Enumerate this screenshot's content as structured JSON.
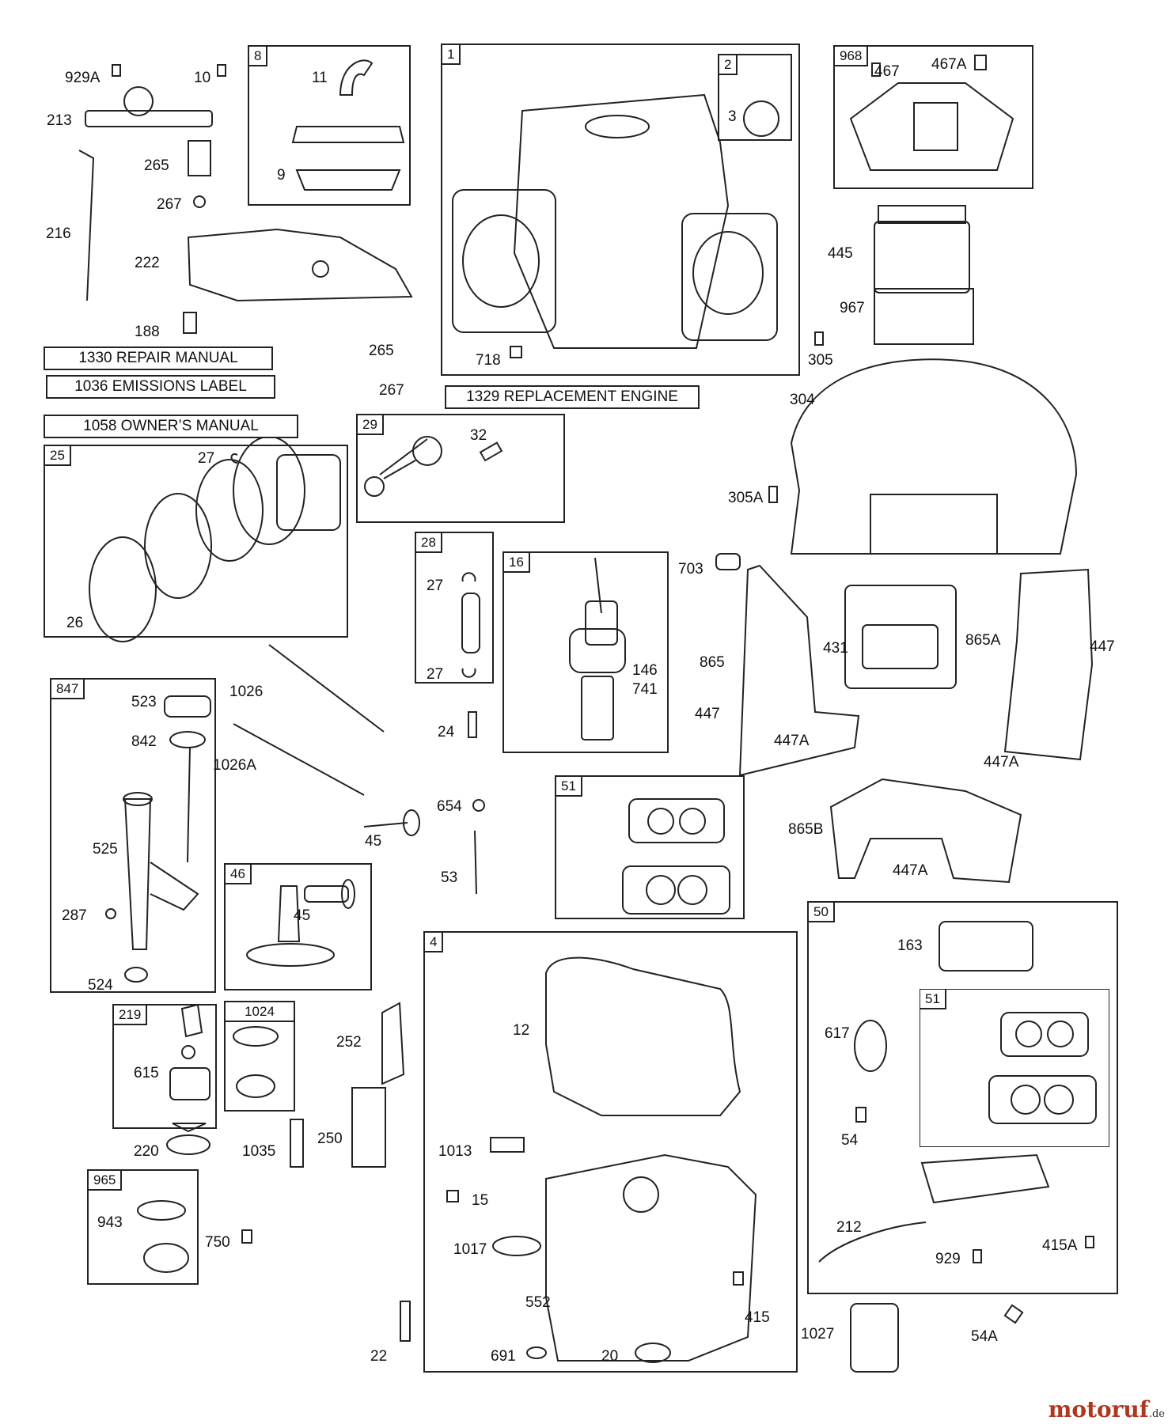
{
  "boxes": {
    "b8": "8",
    "b1": "1",
    "b2": "2",
    "b968": "968",
    "b25": "25",
    "b29": "29",
    "b28": "28",
    "b16": "16",
    "b847": "847",
    "b46": "46",
    "b51a": "51",
    "b4": "4",
    "b50": "50",
    "b51b": "51",
    "b219": "219",
    "b1024": "1024",
    "b965": "965"
  },
  "notes": {
    "repair": "1330 REPAIR MANUAL",
    "emissions": "1036 EMISSIONS LABEL",
    "owners": "1058 OWNER’S MANUAL",
    "engine": "1329 REPLACEMENT ENGINE"
  },
  "labels": {
    "l929A": "929A",
    "l10": "10",
    "l213": "213",
    "l265a": "265",
    "l267a": "267",
    "l216": "216",
    "l222": "222",
    "l188": "188",
    "l11": "11",
    "l9": "9",
    "l3": "3",
    "l718": "718",
    "l265b": "265",
    "l267b": "267",
    "l467": "467",
    "l467A": "467A",
    "l445": "445",
    "l967": "967",
    "l305": "305",
    "l304": "304",
    "l305A": "305A",
    "l27a": "27",
    "l26": "26",
    "l32": "32",
    "l27b": "27",
    "l27c": "27",
    "l146": "146",
    "l741": "741",
    "l703": "703",
    "l431": "431",
    "l865A": "865A",
    "l447a": "447",
    "l865": "865",
    "l447b": "447",
    "l447Aa": "447A",
    "l447Ab": "447A",
    "l865B": "865B",
    "l447Ac": "447A",
    "l1026": "1026",
    "l1026A": "1026A",
    "l24": "24",
    "l523": "523",
    "l842": "842",
    "l654": "654",
    "l45a": "45",
    "l53": "53",
    "l525": "525",
    "l287": "287",
    "l524": "524",
    "l45b": "45",
    "l163": "163",
    "l617": "617",
    "l54": "54",
    "l12": "12",
    "l252": "252",
    "l615": "615",
    "l220": "220",
    "l1035": "1035",
    "l250": "250",
    "l1013": "1013",
    "l15": "15",
    "l1017": "1017",
    "l552": "552",
    "l415": "415",
    "l943": "943",
    "l750": "750",
    "l22": "22",
    "l691": "691",
    "l20": "20",
    "l1027": "1027",
    "l54A": "54A",
    "l212": "212",
    "l929": "929",
    "l415A": "415A"
  },
  "watermark": {
    "name": "motoruf",
    "tld": ".de"
  }
}
